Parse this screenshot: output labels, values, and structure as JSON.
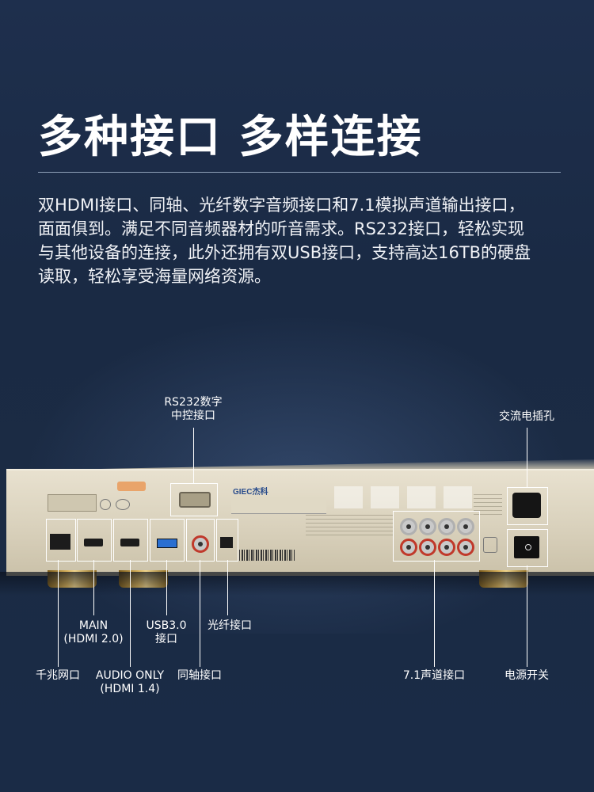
{
  "headline": "多种接口 多样连接",
  "description_lines": [
    "双HDMI接口、同轴、光纤数字音频接口和7.1模拟声道输出接口，",
    "面面俱到。满足不同音频器材的听音需求。RS232接口，轻松实现",
    "与其他设备的连接，此外还拥有双USB接口，支持高达16TB的硬盘",
    "读取，轻松享受海量网络资源。"
  ],
  "callouts": {
    "rs232_line1": "RS232数字",
    "rs232_line2": "中控接口",
    "ac_power": "交流电插孔",
    "main_line1": "MAIN",
    "main_line2": "(HDMI 2.0)",
    "usb_line1": "USB3.0",
    "usb_line2": "接口",
    "optical": "光纤接口",
    "lan": "千兆网口",
    "audio_only_line1": "AUDIO ONLY",
    "audio_only_line2": "(HDMI 1.4)",
    "coaxial": "同轴接口",
    "channel71": "7.1声道接口",
    "power_switch": "电源开关"
  },
  "device": {
    "brand": "GIEC杰科"
  }
}
